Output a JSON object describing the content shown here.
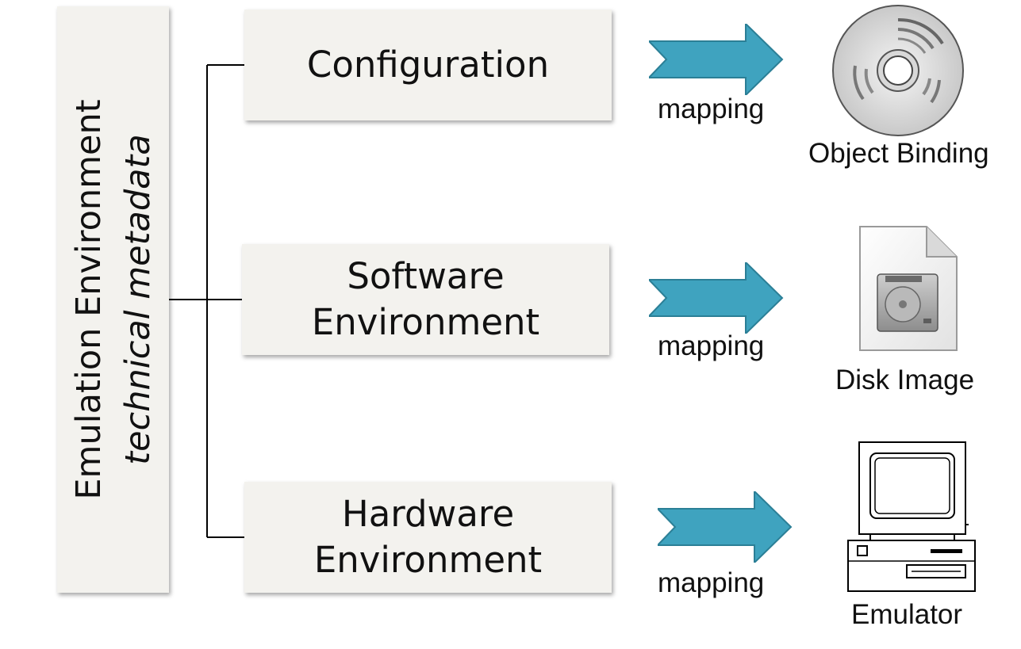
{
  "root": {
    "line1": "Emulation Environment",
    "line2": "technical metadata"
  },
  "nodes": [
    {
      "label": "Configuration"
    },
    {
      "label_line1": "Software",
      "label_line2": "Environment"
    },
    {
      "label_line1": "Hardware",
      "label_line2": "Environment"
    }
  ],
  "edges": [
    {
      "label": "mapping"
    },
    {
      "label": "mapping"
    },
    {
      "label": "mapping"
    }
  ],
  "targets": [
    {
      "label": "Object Binding",
      "icon": "cd-disc-icon"
    },
    {
      "label": "Disk Image",
      "icon": "disk-image-icon"
    },
    {
      "label": "Emulator",
      "icon": "computer-icon"
    }
  ],
  "colors": {
    "arrow": "#3fa3bf",
    "box": "#f3f2ee",
    "line": "#000000"
  }
}
